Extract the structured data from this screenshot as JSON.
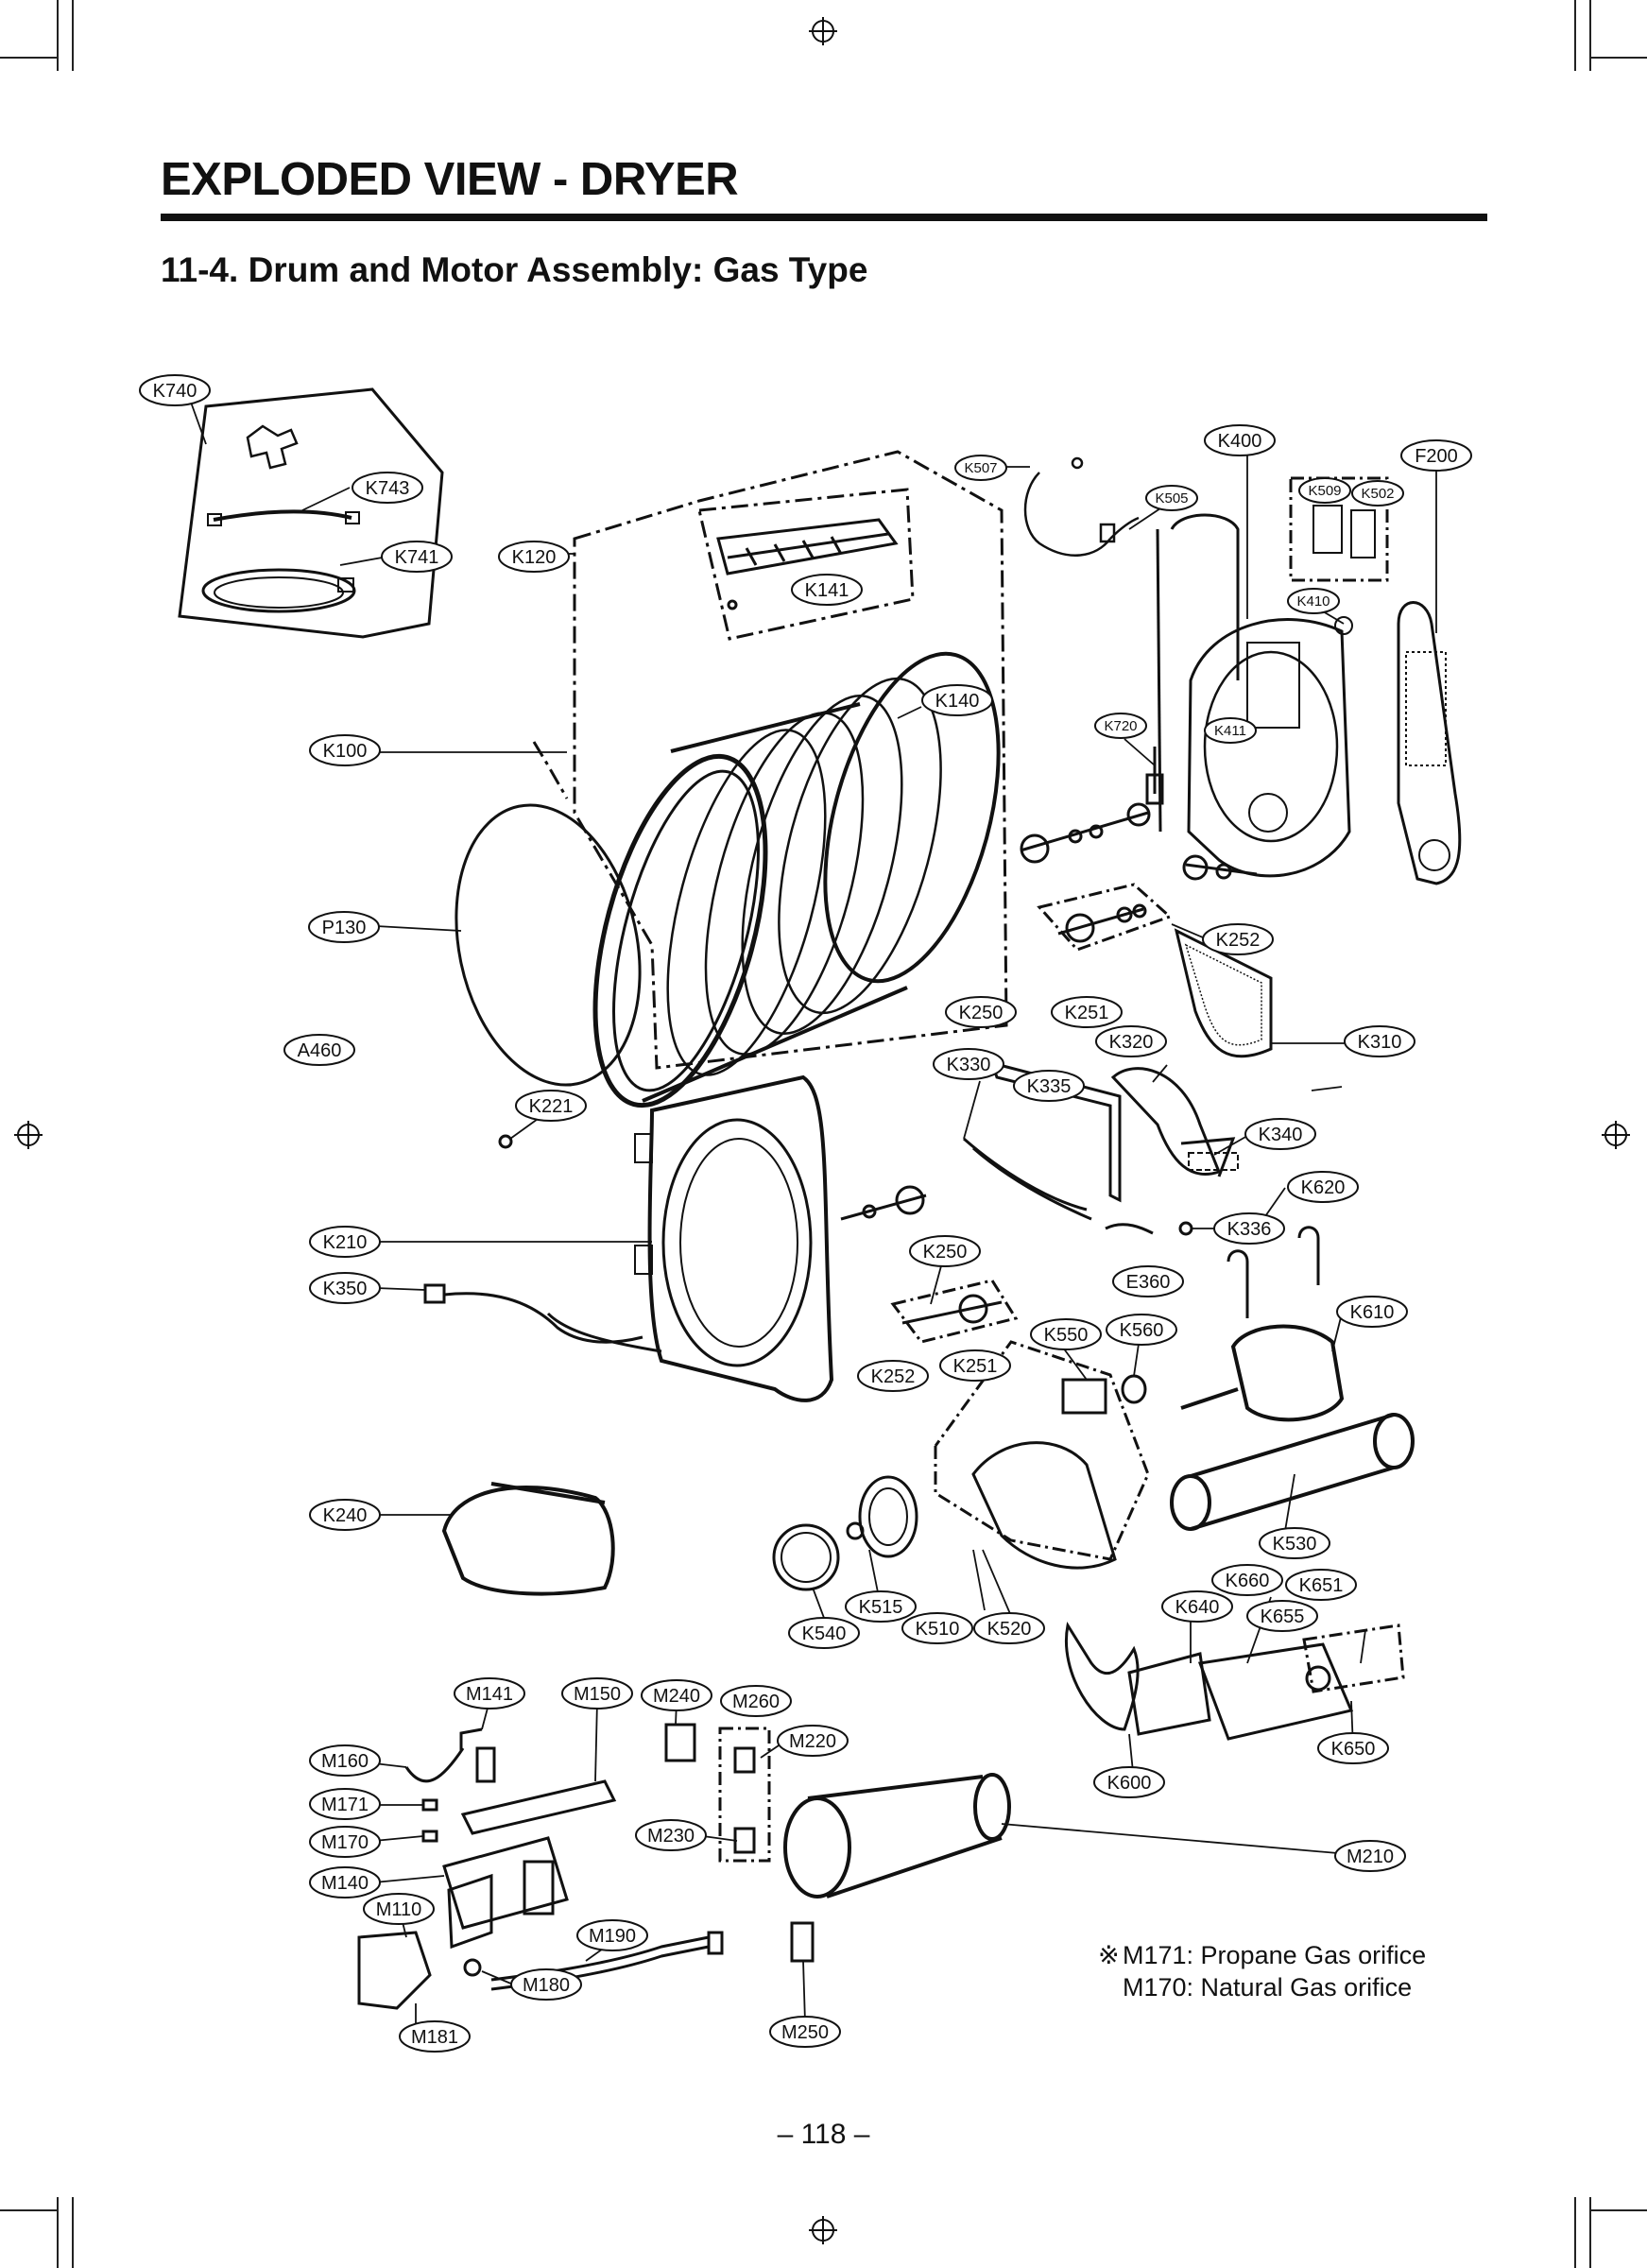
{
  "header": {
    "title": "EXPLODED VIEW - DRYER",
    "subtitle": "11-4. Drum and Motor Assembly: Gas Type"
  },
  "callouts": [
    {
      "id": "k740",
      "text": "K740"
    },
    {
      "id": "k743",
      "text": "K743"
    },
    {
      "id": "k741",
      "text": "K741"
    },
    {
      "id": "k120",
      "text": "K120"
    },
    {
      "id": "k141",
      "text": "K141"
    },
    {
      "id": "k507",
      "text": "K507"
    },
    {
      "id": "k505",
      "text": "K505"
    },
    {
      "id": "k400",
      "text": "K400"
    },
    {
      "id": "k509",
      "text": "K509"
    },
    {
      "id": "k502",
      "text": "K502"
    },
    {
      "id": "f200",
      "text": "F200"
    },
    {
      "id": "k410",
      "text": "K410"
    },
    {
      "id": "k140",
      "text": "K140"
    },
    {
      "id": "k720",
      "text": "K720"
    },
    {
      "id": "k411",
      "text": "K411"
    },
    {
      "id": "k100",
      "text": "K100"
    },
    {
      "id": "p130",
      "text": "P130"
    },
    {
      "id": "k252a",
      "text": "K252"
    },
    {
      "id": "k250a",
      "text": "K250"
    },
    {
      "id": "k251a",
      "text": "K251"
    },
    {
      "id": "k320",
      "text": "K320"
    },
    {
      "id": "k310",
      "text": "K310"
    },
    {
      "id": "a460",
      "text": "A460"
    },
    {
      "id": "k330",
      "text": "K330"
    },
    {
      "id": "k335",
      "text": "K335"
    },
    {
      "id": "k221",
      "text": "K221"
    },
    {
      "id": "k340",
      "text": "K340"
    },
    {
      "id": "k620",
      "text": "K620"
    },
    {
      "id": "k336",
      "text": "K336"
    },
    {
      "id": "k210",
      "text": "K210"
    },
    {
      "id": "k250b",
      "text": "K250"
    },
    {
      "id": "e360",
      "text": "E360"
    },
    {
      "id": "k350",
      "text": "K350"
    },
    {
      "id": "k610",
      "text": "K610"
    },
    {
      "id": "k550",
      "text": "K550"
    },
    {
      "id": "k560",
      "text": "K560"
    },
    {
      "id": "k252b",
      "text": "K252"
    },
    {
      "id": "k251b",
      "text": "K251"
    },
    {
      "id": "k240",
      "text": "K240"
    },
    {
      "id": "k530",
      "text": "K530"
    },
    {
      "id": "k660",
      "text": "K660"
    },
    {
      "id": "k651",
      "text": "K651"
    },
    {
      "id": "k640",
      "text": "K640"
    },
    {
      "id": "k655",
      "text": "K655"
    },
    {
      "id": "k515",
      "text": "K515"
    },
    {
      "id": "k510",
      "text": "K510"
    },
    {
      "id": "k520",
      "text": "K520"
    },
    {
      "id": "k540",
      "text": "K540"
    },
    {
      "id": "m141",
      "text": "M141"
    },
    {
      "id": "m150",
      "text": "M150"
    },
    {
      "id": "m240",
      "text": "M240"
    },
    {
      "id": "m260",
      "text": "M260"
    },
    {
      "id": "m220",
      "text": "M220"
    },
    {
      "id": "m160",
      "text": "M160"
    },
    {
      "id": "k650",
      "text": "K650"
    },
    {
      "id": "k600",
      "text": "K600"
    },
    {
      "id": "m171",
      "text": "M171"
    },
    {
      "id": "m170",
      "text": "M170"
    },
    {
      "id": "m230",
      "text": "M230"
    },
    {
      "id": "m210",
      "text": "M210"
    },
    {
      "id": "m140",
      "text": "M140"
    },
    {
      "id": "m110",
      "text": "M110"
    },
    {
      "id": "m190",
      "text": "M190"
    },
    {
      "id": "m180",
      "text": "M180"
    },
    {
      "id": "m181",
      "text": "M181"
    },
    {
      "id": "m250",
      "text": "M250"
    }
  ],
  "note": {
    "symbol": "※",
    "line1": "M171: Propane Gas orifice",
    "line2": "M170: Natural Gas orifice"
  },
  "footer": {
    "page_number": "– 118 –"
  }
}
